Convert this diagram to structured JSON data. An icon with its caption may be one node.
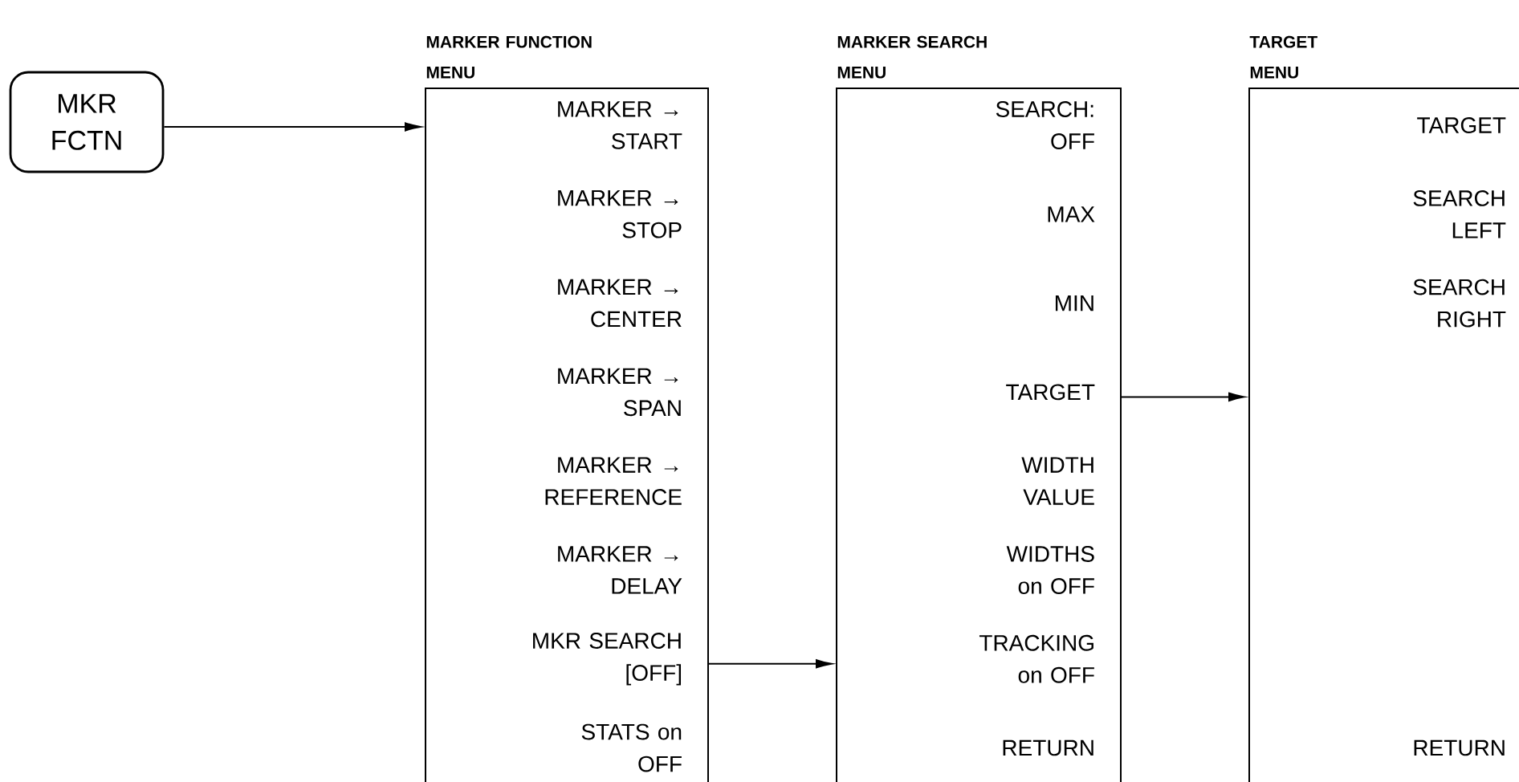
{
  "diagram": {
    "nodes": [
      {
        "text": [
          "MKR FCTN"
        ]
      },
      {
        "text": [
          "MARKER FUNCTION MENU"
        ]
      },
      {
        "text": [
          "MARKER → START"
        ],
        "in": 1
      },
      {
        "text": [
          "MARKER → STOP"
        ],
        "in": 1
      },
      {
        "text": [
          "MARKER → CENTER"
        ],
        "in": 1
      },
      {
        "text": [
          "MARKER → SPAN"
        ],
        "in": 1
      },
      {
        "text": [
          "MARKER → REFERENCE"
        ],
        "in": 1
      },
      {
        "text": [
          "MARKER → DELAY"
        ],
        "in": 1
      },
      {
        "text": [
          "MKR SEARCH [OFF]"
        ],
        "in": 1
      },
      {
        "text": [
          "STATS on OFF"
        ],
        "in": 1
      },
      {
        "text": [
          "MARKER SEARCH MENU"
        ]
      },
      {
        "text": [
          "SEARCH: OFF"
        ],
        "in": 10
      },
      {
        "text": [
          "MAX"
        ],
        "in": 10
      },
      {
        "text": [
          "MIN"
        ],
        "in": 10
      },
      {
        "text": [
          "TARGET"
        ],
        "in": 10
      },
      {
        "text": [
          "WIDTH VALUE"
        ],
        "in": 10
      },
      {
        "text": [
          "WIDTHS on OFF"
        ],
        "in": 10
      },
      {
        "text": [
          "TRACKING on OFF"
        ],
        "in": 10
      },
      {
        "text": [
          "RETURN"
        ],
        "in": 10
      },
      {
        "text": [
          "TARGET MENU"
        ]
      },
      {
        "text": [
          "TARGET"
        ],
        "in": 19
      },
      {
        "text": [
          "SEARCH LEFT"
        ],
        "in": 19
      },
      {
        "text": [
          "SEARCH RIGHT"
        ],
        "in": 19
      },
      {
        "text": [
          "RETURN"
        ],
        "in": 19
      }
    ],
    "edges": [
      {
        "from": 0,
        "to": 1,
        "arrow": "to"
      },
      {
        "from": 8,
        "to": 10,
        "arrow": "to"
      },
      {
        "from": 14,
        "to": 19,
        "arrow": "to"
      }
    ]
  }
}
